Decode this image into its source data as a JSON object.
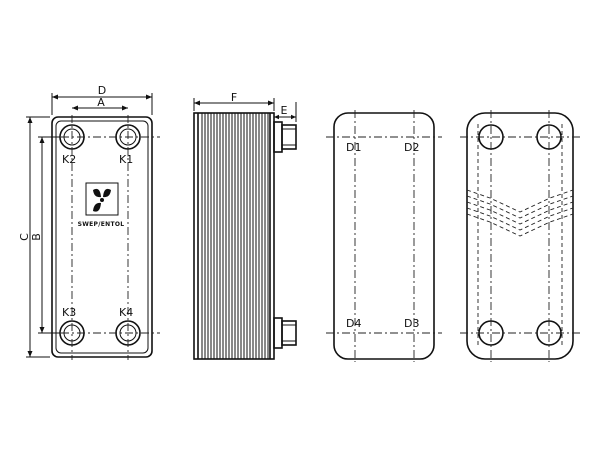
{
  "dims": {
    "d": "D",
    "a": "A",
    "c": "C",
    "b": "B",
    "f": "F",
    "e": "E"
  },
  "ports_front": {
    "k1": "K1",
    "k2": "K2",
    "k3": "K3",
    "k4": "K4"
  },
  "ports_back": {
    "d1": "D1",
    "d2": "D2",
    "d3": "D3",
    "d4": "D4"
  },
  "logo": {
    "text": "SWEP/ENTOL"
  },
  "colors": {
    "line": "#111111",
    "background": "#ffffff"
  }
}
